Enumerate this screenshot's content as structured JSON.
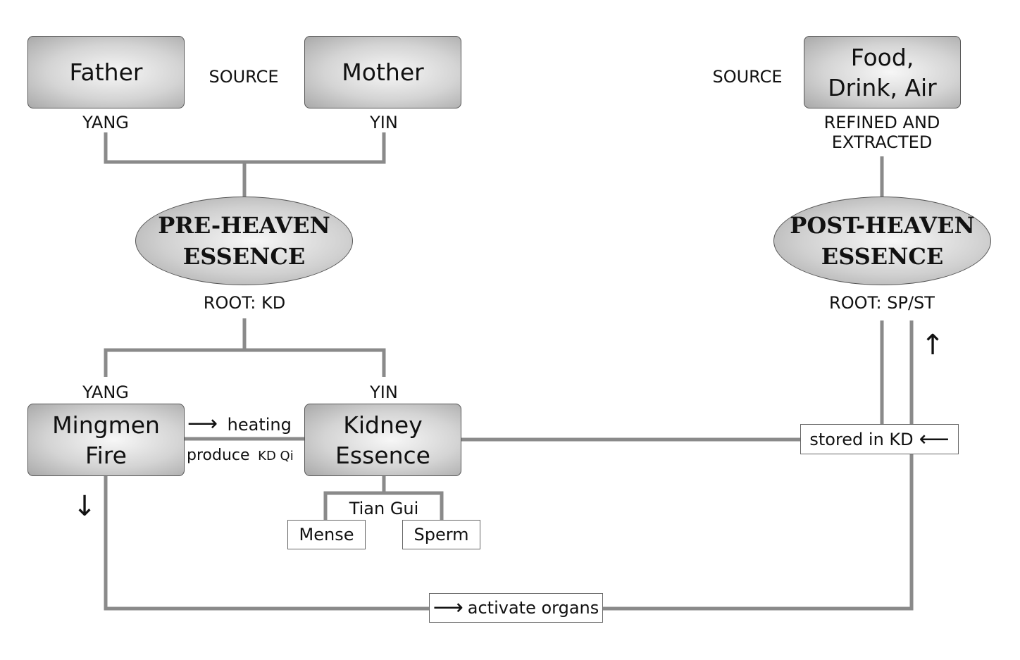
{
  "father": {
    "label": "Father",
    "side_label": "YANG"
  },
  "mother": {
    "label": "Mother",
    "side_label": "YIN"
  },
  "source_left": "SOURCE",
  "source_right": "SOURCE",
  "food": {
    "line1": "Food,",
    "line2": "Drink, Air"
  },
  "refined": {
    "line1": "REFINED AND",
    "line2": "EXTRACTED"
  },
  "pre_heaven": {
    "line1": "PRE-HEAVEN",
    "line2": "ESSENCE",
    "root": "ROOT: KD"
  },
  "post_heaven": {
    "line1": "POST-HEAVEN",
    "line2": "ESSENCE",
    "root": "ROOT: SP/ST"
  },
  "mingmen": {
    "line1": "Mingmen",
    "line2": "Fire",
    "side_label": "YANG"
  },
  "kidney": {
    "line1": "Kidney",
    "line2": "Essence",
    "side_label": "YIN"
  },
  "heating": {
    "arrow": "⟶",
    "label": "heating"
  },
  "produce": {
    "main": "produce",
    "small": "KD Qi"
  },
  "tian_gui": "Tian Gui",
  "mense": "Mense",
  "sperm": "Sperm",
  "stored": {
    "label": "stored in KD",
    "arrow": "⟵"
  },
  "activate": {
    "arrow": "⟶",
    "label": "activate organs"
  },
  "up_arrow": "↑",
  "down_arrow": "↓",
  "colors": {
    "line": "#8a8a8a",
    "border": "#555555"
  }
}
